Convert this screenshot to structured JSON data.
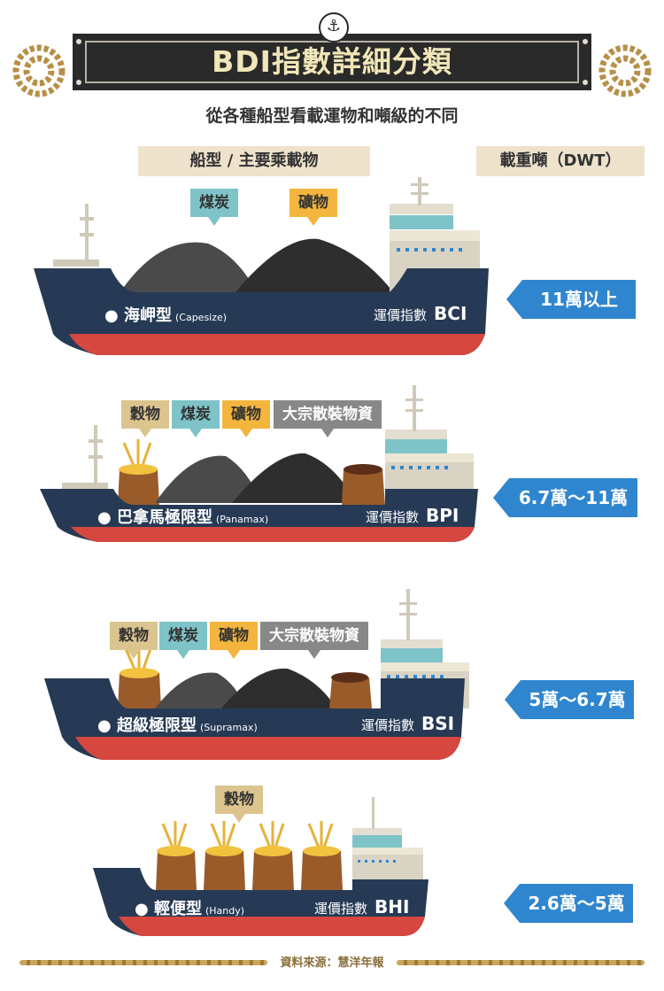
{
  "title": "BDI指數詳細分類",
  "subtitle": "從各種船型看載運物和噸級的不同",
  "headers": {
    "ship_type": "船型 / 主要乘載物",
    "dwt": "載重噸（DWT）"
  },
  "cargo": {
    "grain": "穀物",
    "coal": "煤炭",
    "ore": "礦物",
    "bulk": "大宗散裝物資"
  },
  "ships": [
    {
      "name": "海岬型",
      "en": "(Capesize)",
      "index_label": "運價指數",
      "index": "BCI",
      "dwt": "11萬以上"
    },
    {
      "name": "巴拿馬極限型",
      "en": "(Panamax)",
      "index_label": "運價指數",
      "index": "BPI",
      "dwt": "6.7萬～11萬"
    },
    {
      "name": "超級極限型",
      "en": "(Supramax)",
      "index_label": "運價指數",
      "index": "BSI",
      "dwt": "5萬～6.7萬"
    },
    {
      "name": "輕便型",
      "en": "(Handy)",
      "index_label": "運價指數",
      "index": "BHI",
      "dwt": "2.6萬～5萬"
    }
  ],
  "footer": "資料來源：慧洋年報",
  "colors": {
    "hull": "#263a55",
    "keel": "#d6473f",
    "dwt_arrow": "#2f86cf",
    "banner": "#2a2a2a"
  }
}
